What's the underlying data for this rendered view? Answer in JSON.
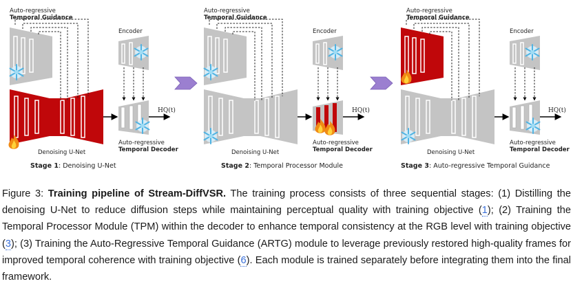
{
  "figure": {
    "stage1": {
      "guidance_label_1": "Auto-regressive",
      "guidance_label_2": "Temporal Guidance",
      "encoder_label": "Encoder",
      "unet_label": "Denoising U-Net",
      "decoder_label_1": "Auto-regressive",
      "decoder_label_2": "Temporal Decoder",
      "output_label": "HQ(t)",
      "stage_title": "Stage 1",
      "stage_name": ": Denoising U-Net"
    },
    "stage2": {
      "guidance_label_1": "Auto-regressive",
      "guidance_label_2": "Temporal Guidance",
      "encoder_label": "Encoder",
      "unet_label": "Denoising U-Net",
      "decoder_label_1": "Auto-regressive",
      "decoder_label_2": "Temporal Decoder",
      "output_label": "HQ(t)",
      "stage_title": "Stage 2",
      "stage_name": ": Temporal Processor Module"
    },
    "stage3": {
      "guidance_label_1": "Auto-regressive",
      "guidance_label_2": "Temporal Guidance",
      "encoder_label": "Encoder",
      "unet_label": "Denoising U-Net",
      "decoder_label_1": "Auto-regressive",
      "decoder_label_2": "Temporal Decoder",
      "output_label": "HQ(t)",
      "stage_title": "Stage 3",
      "stage_name": ": Auto-regressive Temporal Guidance"
    },
    "colors": {
      "frozen_gray": "#c4c4c4",
      "trainable_red": "#c0070a",
      "arrow_purple": "#9b7fd0",
      "ice_blue": "#6ec3ea"
    },
    "icons": [
      "snowflake-icon",
      "flame-icon",
      "stage-arrow-icon"
    ]
  },
  "caption": {
    "label": "Figure 3: ",
    "title": "Training pipeline of Stream-DiffVSR.",
    "text_1": " The training process consists of three sequential stages: (1) Distilling the denoising U-Net to reduce diffusion steps while maintaining perceptual quality with training objective (",
    "ref_1": "1",
    "text_2": "); (2) Training the Temporal Processor Module (TPM) within the decoder to enhance temporal consistency at the RGB level with training objective (",
    "ref_2": "3",
    "text_3": "); (3) Training the Auto-Regressive Temporal Guidance (ARTG) module to leverage previously restored high-quality frames for improved temporal coherence with training objective (",
    "ref_3": "6",
    "text_4": "). Each module is trained separately before integrating them into the final framework."
  }
}
